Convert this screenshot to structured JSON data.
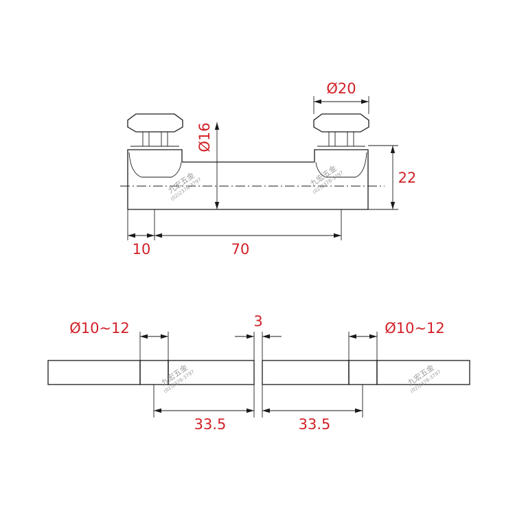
{
  "colors": {
    "line": "#1a1a1a",
    "dimension_text": "#d21f26",
    "watermark": "#9a9a9a"
  },
  "side_view": {
    "diameter_top": "Ø20",
    "diameter_bar": "Ø16",
    "height": "22",
    "offset_left": "10",
    "span": "70"
  },
  "section_view": {
    "hole_left": "Ø10~12",
    "gap": "3",
    "hole_right": "Ø10~12",
    "distance_left": "33.5",
    "distance_right": "33.5"
  },
  "watermark": {
    "name": "九宏五金",
    "phone": "(02)2378-3797"
  }
}
